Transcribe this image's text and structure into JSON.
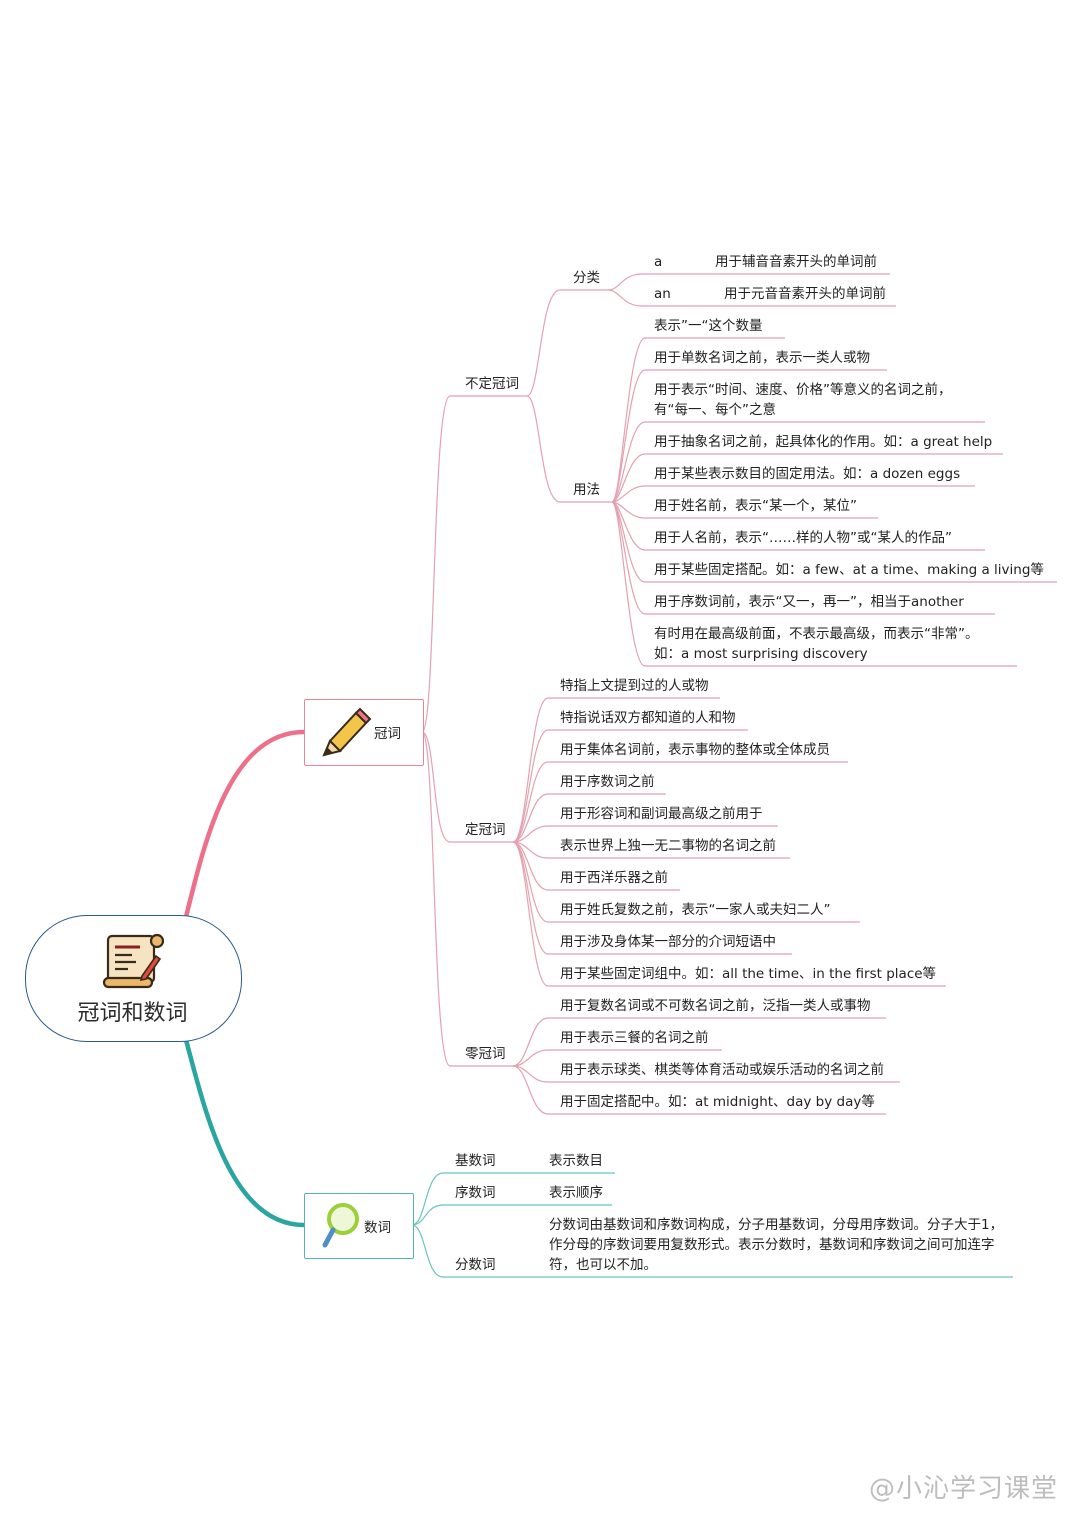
{
  "root": {
    "title": "冠词和数词",
    "icon": "scroll-icon"
  },
  "colors": {
    "article_branch": "#ee6f8a",
    "numeral_branch": "#2aa5a0",
    "article_line": "#e6a0b0",
    "numeral_line": "#6cc3c0",
    "root_border": "#2a5b8c"
  },
  "articles": {
    "label": "冠词",
    "icon": "pencil-icon",
    "indefinite": {
      "label": "不定冠词",
      "classification": {
        "label": "分类",
        "items": [
          {
            "word": "a",
            "desc": "用于辅音音素开头的单词前"
          },
          {
            "word": "an",
            "desc": "用于元音音素开头的单词前"
          }
        ]
      },
      "usage": {
        "label": "用法",
        "items": [
          "表示”一“这个数量",
          "用于单数名词之前，表示一类人或物",
          "用于表示“时间、速度、价格”等意义的名词之前，",
          "有“每一、每个”之意",
          "用于抽象名词之前，起具体化的作用。如：a great help",
          "用于某些表示数目的固定用法。如：a dozen eggs",
          "用于姓名前，表示“某一个，某位”",
          "用于人名前，表示“……样的人物”或“某人的作品”",
          "用于某些固定搭配。如：a few、at a time、making a living等",
          "用于序数词前，表示“又一，再一”，相当于another",
          "有时用在最高级前面，不表示最高级，而表示“非常”。",
          "如：a most surprising discovery"
        ]
      }
    },
    "definite": {
      "label": "定冠词",
      "items": [
        "特指上文提到过的人或物",
        "特指说话双方都知道的人和物",
        "用于集体名词前，表示事物的整体或全体成员",
        "用于序数词之前",
        "用于形容词和副词最高级之前用于",
        "表示世界上独一无二事物的名词之前",
        "用于西洋乐器之前",
        "用于姓氏复数之前，表示“一家人或夫妇二人”",
        "用于涉及身体某一部分的介词短语中",
        "用于某些固定词组中。如：all the time、in the first place等"
      ]
    },
    "zero": {
      "label": "零冠词",
      "items": [
        "用于复数名词或不可数名词之前，泛指一类人或事物",
        "用于表示三餐的名词之前",
        "用于表示球类、棋类等体育活动或娱乐活动的名词之前",
        "用于固定搭配中。如：at midnight、day by day等"
      ]
    }
  },
  "numerals": {
    "label": "数词",
    "icon": "magnifier-icon",
    "items": [
      {
        "label": "基数词",
        "desc": "表示数目"
      },
      {
        "label": "序数词",
        "desc": "表示顺序"
      },
      {
        "label": "分数词",
        "desc": "分数词由基数词和序数词构成，分子用基数词，分母用序数词。分子大于1，作分母的序数词要用复数形式。表示分数时，基数词和序数词之间可加连字符，也可以不加。"
      }
    ]
  },
  "watermark": "@小沁学习课堂"
}
